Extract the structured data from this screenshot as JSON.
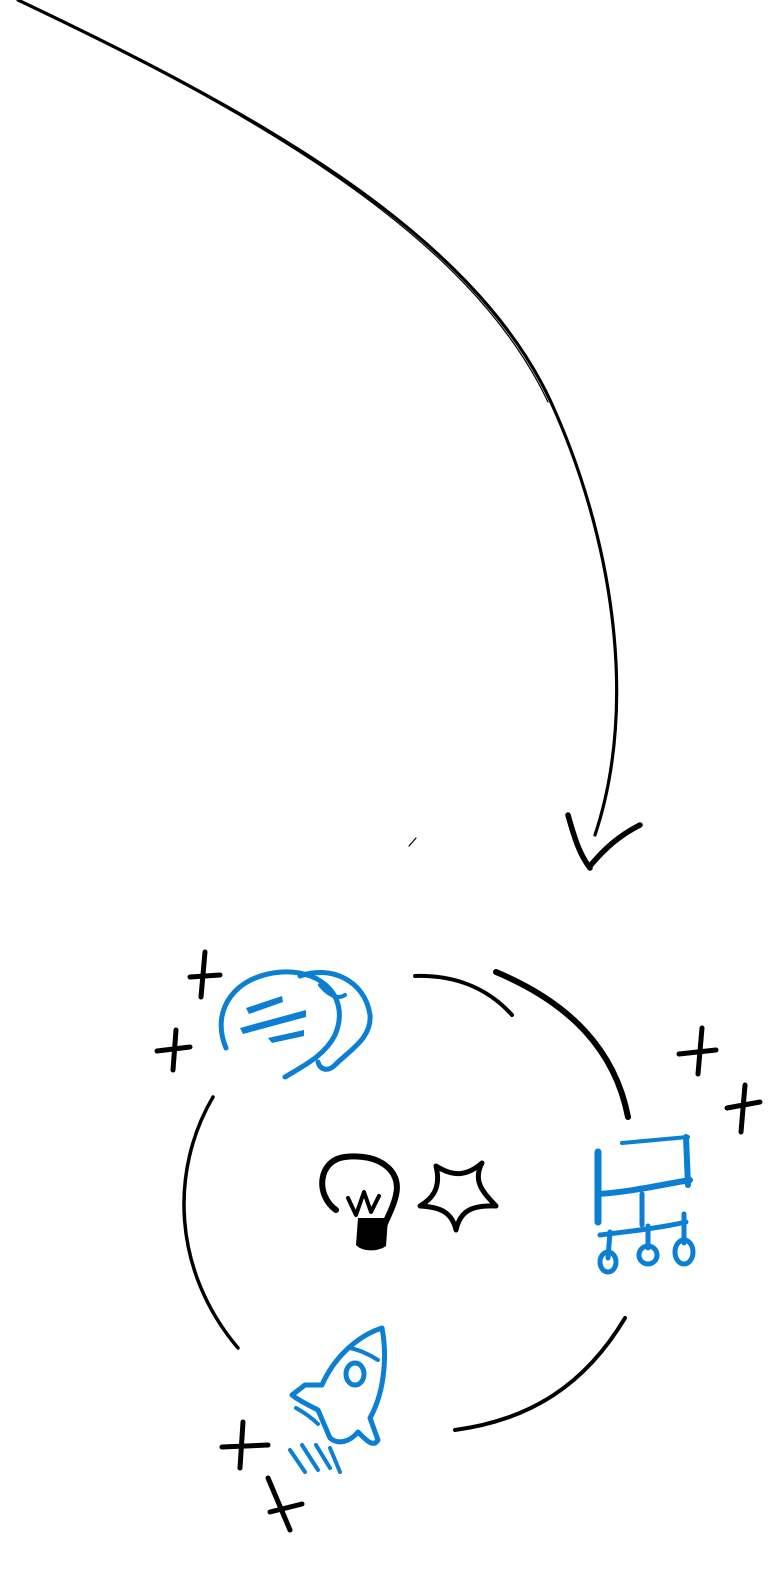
{
  "colors": {
    "background": "#ffffff",
    "ink": "#000000",
    "accent": "#0a7fd4"
  },
  "diagram": {
    "pointer_arrow": {
      "icon": "curved-arrow-down"
    },
    "cycle": {
      "icons": [
        {
          "name": "chat-bubbles",
          "color": "accent"
        },
        {
          "name": "org-chart",
          "color": "accent"
        },
        {
          "name": "rocket",
          "color": "accent"
        },
        {
          "name": "lightbulb",
          "color": "ink"
        },
        {
          "name": "sparkle-star",
          "color": "ink"
        }
      ],
      "decorations": {
        "icon": "sparkle-cross",
        "count": 6
      }
    }
  }
}
